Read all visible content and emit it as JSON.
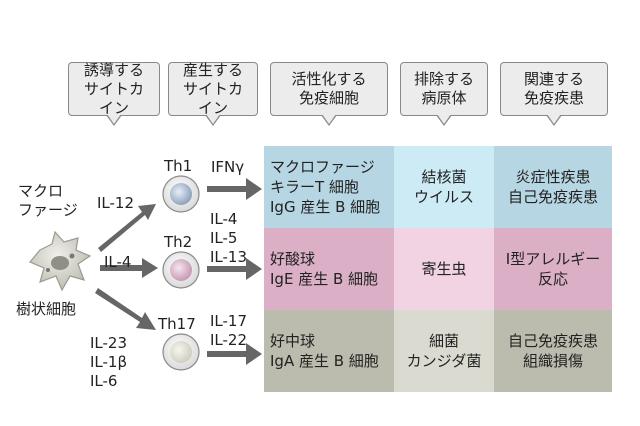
{
  "headers": [
    {
      "lines": [
        "誘導する",
        "サイトカ",
        "イン"
      ]
    },
    {
      "lines": [
        "産生する",
        "サイトカ",
        "イン"
      ]
    },
    {
      "lines": [
        "活性化する",
        "免疫細胞"
      ]
    },
    {
      "lines": [
        "排除する",
        "病原体"
      ]
    },
    {
      "lines": [
        "関連する",
        "免疫疾患"
      ]
    }
  ],
  "source_cell": {
    "name_lines": [
      "マクロ",
      "ファージ"
    ],
    "dc_label": "樹状細胞"
  },
  "inducing_cytokines": {
    "th1": "IL-12",
    "th2": "IL-4",
    "th17": [
      "IL-23",
      "IL-1β",
      "IL-6"
    ]
  },
  "th_cells": [
    "Th1",
    "Th2",
    "Th17"
  ],
  "produced_cytokines": {
    "th1": "IFNγ",
    "th2": [
      "IL-4",
      "IL-5",
      "IL-13"
    ],
    "th17": [
      "IL-17",
      "IL-22"
    ]
  },
  "rows": [
    {
      "immune_cells": [
        "マクロファージ",
        "キラーT 細胞",
        "IgG 産生 B 細胞"
      ],
      "pathogens": [
        "結核菌",
        "ウイルス"
      ],
      "diseases": [
        "炎症性疾患",
        "自己免疫疾患"
      ]
    },
    {
      "immune_cells": [
        "好酸球",
        "IgE 産生 B 細胞"
      ],
      "pathogens": [
        "寄生虫"
      ],
      "diseases": [
        "Ⅰ型アレルギー",
        "反応"
      ]
    },
    {
      "immune_cells": [
        "好中球",
        "IgA 産生 B 細胞"
      ],
      "pathogens": [
        "細菌",
        "カンジダ菌"
      ],
      "diseases": [
        "自己免疫疾患",
        "組織損傷"
      ]
    }
  ],
  "colors": {
    "th1_row": "#b7d6e3",
    "th2_row": "#dbb0c7",
    "th17_row": "#bcbcae",
    "arrow": "#666666",
    "th1_nucleus": "#8fa3bf",
    "th2_nucleus": "#c79bb5",
    "th17_nucleus": "#cfcfc2"
  }
}
